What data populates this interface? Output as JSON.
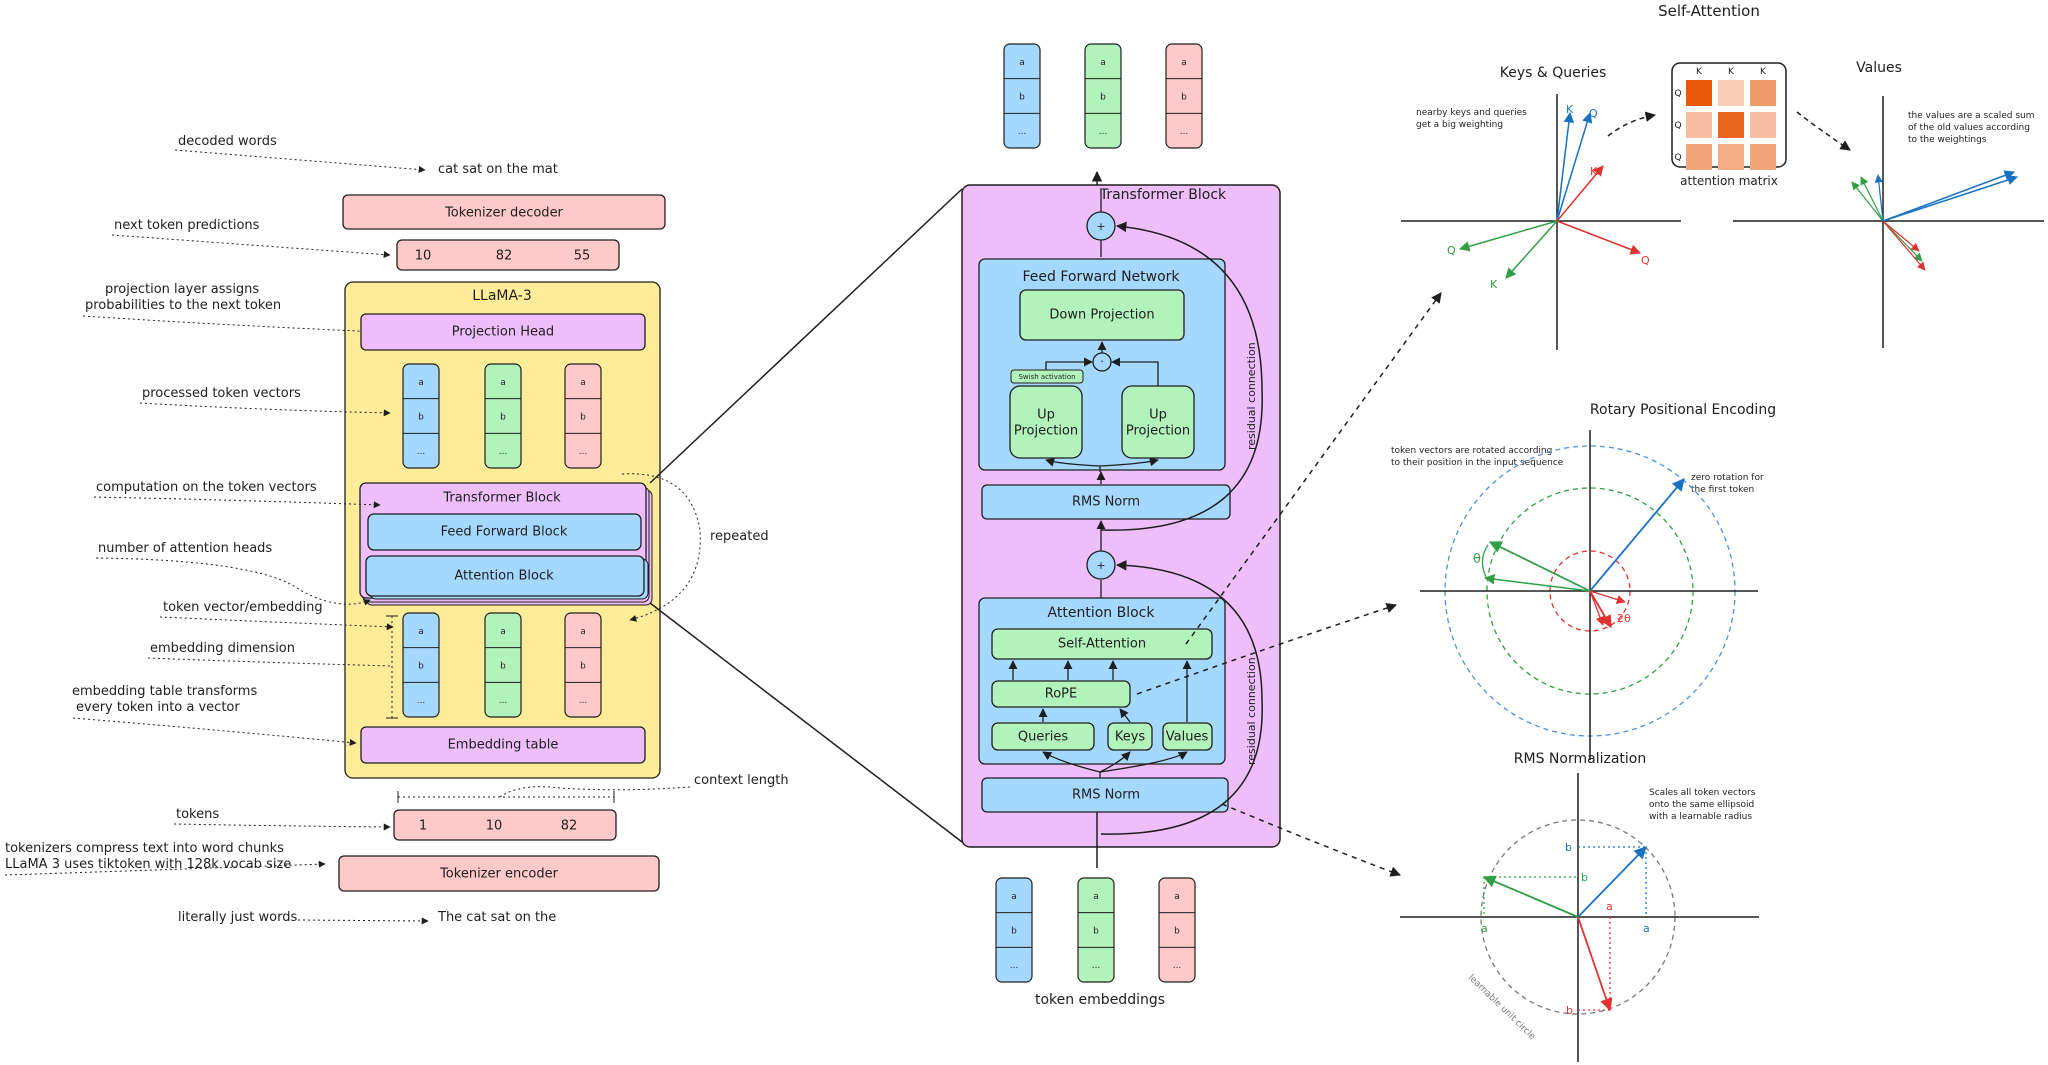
{
  "colors": {
    "blue": "#a5d8ff",
    "green": "#b2f2bb",
    "red": "#ffc9c9",
    "yellow": "#ffec99",
    "purple": "#eebefa",
    "stroke": "#1e1e1e",
    "vec_blue": "#1971c2",
    "vec_green": "#2f9e44",
    "vec_red": "#e03131",
    "attn_dark": "#e8590c",
    "attn_mid": "#f4a378",
    "attn_light": "#fcd9c5"
  },
  "left": {
    "annotations": {
      "decoded_words": "decoded words",
      "next_token_predictions": "next token predictions",
      "projection_layer_1": "projection layer assigns",
      "projection_layer_2": "probabilities to the next token",
      "processed_token_vectors": "processed token vectors",
      "computation": "computation on the token vectors",
      "attention_heads": "number of attention heads",
      "token_vector": "token vector/embedding",
      "embedding_dimension": "embedding dimension",
      "embedding_table_1": "embedding table transforms",
      "embedding_table_2": "every token into a vector",
      "tokens": "tokens",
      "tokenizers_1": "tokenizers compress text into word chunks",
      "tokenizers_2": "LLaMA 3 uses tiktoken with 128k vocab size",
      "literally_words": "literally just words",
      "context_length": "context length",
      "repeated": "repeated"
    },
    "output_text": "cat sat on the mat",
    "input_text": "The cat sat on the",
    "tokenizer_decoder": "Tokenizer decoder",
    "tokenizer_encoder": "Tokenizer encoder",
    "predictions": [
      "10",
      "82",
      "55"
    ],
    "tokens": [
      "1",
      "10",
      "82"
    ],
    "llama_title": "LLaMA-3",
    "projection_head": "Projection Head",
    "transformer_block": "Transformer Block",
    "feed_forward_block": "Feed Forward Block",
    "attention_block": "Attention Block",
    "embedding_table": "Embedding table"
  },
  "vector_cells": [
    "a",
    "b",
    "..."
  ],
  "middle": {
    "transformer_block": "Transformer Block",
    "feed_forward_network": "Feed Forward Network",
    "down_projection": "Down Projection",
    "swish_activation": "Swish activation",
    "up_projection_1": "Up",
    "up_projection_2": "Projection",
    "rms_norm": "RMS Norm",
    "attention_block": "Attention Block",
    "self_attention": "Self-Attention",
    "rope": "RoPE",
    "queries": "Queries",
    "keys": "Keys",
    "values": "Values",
    "residual_connection": "residual connection",
    "plus": "+",
    "dot": "·",
    "token_embeddings": "token embeddings"
  },
  "right": {
    "self_attention_title": "Self-Attention",
    "keys_queries_title": "Keys & Queries",
    "keys_queries_note_1": "nearby keys and queries",
    "keys_queries_note_2": "get a big weighting",
    "attention_matrix": "attention matrix",
    "matrix_col_labels": [
      "K",
      "K",
      "K"
    ],
    "matrix_row_labels": [
      "Q",
      "Q",
      "Q"
    ],
    "matrix_levels": [
      [
        1.0,
        0.1,
        0.5
      ],
      [
        0.2,
        0.9,
        0.2
      ],
      [
        0.4,
        0.35,
        0.4
      ]
    ],
    "values_title": "Values",
    "values_note_1": "the values are a scaled sum",
    "values_note_2": "of the old values according",
    "values_note_3": "to the weightings",
    "label_k": "K",
    "label_q": "Q",
    "rope_title": "Rotary Positional Encoding",
    "rope_note_1": "token vectors are rotated according",
    "rope_note_2": "to their position in the input sequence",
    "zero_rotation_1": "zero rotation for",
    "zero_rotation_2": "the first token",
    "theta": "θ",
    "two_theta": "2θ",
    "rms_title": "RMS Normalization",
    "rms_note_1": "Scales all token vectors",
    "rms_note_2": "onto the same ellipsoid",
    "rms_note_3": "with a learnable radius",
    "label_a": "a",
    "label_b": "b",
    "learnable_unit_circle": "learnable unit circle"
  }
}
